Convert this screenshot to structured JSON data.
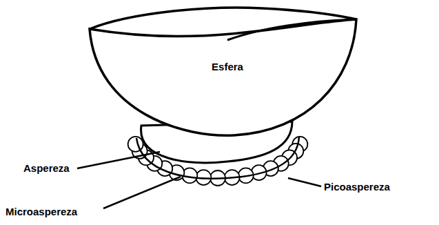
{
  "diagram": {
    "nodes": [
      {
        "text": [
          "Esfera"
        ]
      }
    ],
    "labels": [
      "Aspereza",
      "Microaspereza",
      "Picoaspereza"
    ]
  }
}
